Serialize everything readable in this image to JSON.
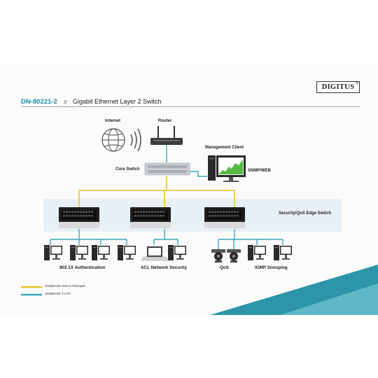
{
  "header": {
    "model": "DN-80221-2",
    "separator": "//",
    "subtitle": "Gigabit Ethernet Layer 2 Switch",
    "brand": "DIGITUS",
    "brand_mark": "®"
  },
  "labels": {
    "internet": "Internet",
    "router": "Router",
    "management_client": "Management Client",
    "core_switch": "Core Switch",
    "snmp_web": "SNMP/WEB",
    "edge_switch": "Security/QoS Edge Switch",
    "auth": "802.1X Authentication",
    "acl": "ACL Network Security",
    "qos": "QoS",
    "igmp": "IGMP Snooping"
  },
  "legend": {
    "fiber": "1000BASE-SX/LX Fiberoptic",
    "utp": "1000BASE-T UTP"
  },
  "colors": {
    "fiber": "#e8c32b",
    "utp": "#3aa6b9",
    "accent_teal": "#1b8ea6",
    "switch_dark": "#1e1e1e",
    "core_switch": "#c9cdd1"
  }
}
